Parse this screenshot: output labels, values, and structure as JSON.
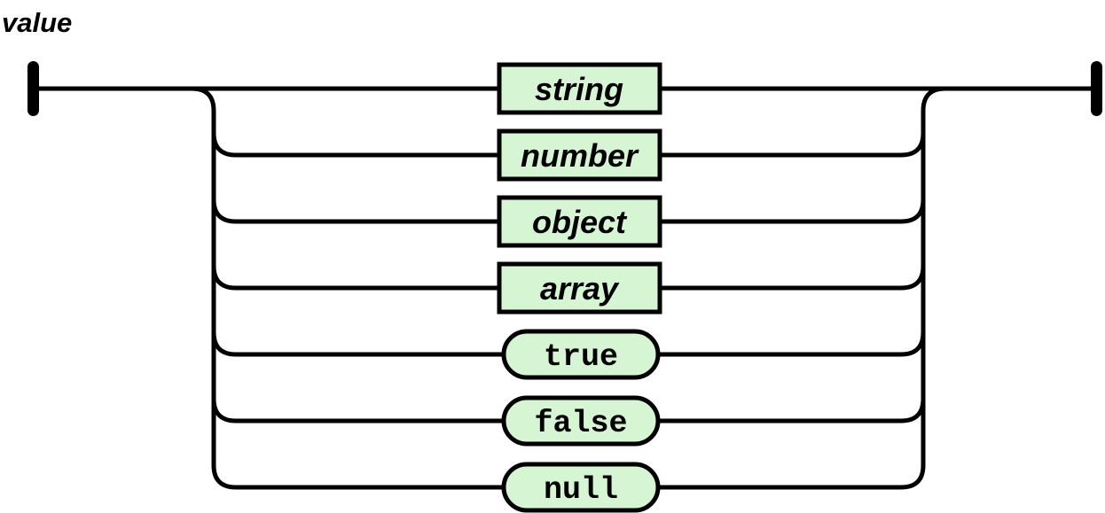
{
  "title": "value",
  "diagram": {
    "type": "railroad-syntax-diagram",
    "rule_name": "value",
    "alternatives": [
      {
        "label": "string",
        "kind": "non-terminal",
        "shape": "rectangle"
      },
      {
        "label": "number",
        "kind": "non-terminal",
        "shape": "rectangle"
      },
      {
        "label": "object",
        "kind": "non-terminal",
        "shape": "rectangle"
      },
      {
        "label": "array",
        "kind": "non-terminal",
        "shape": "rectangle"
      },
      {
        "label": "true",
        "kind": "terminal",
        "shape": "pill"
      },
      {
        "label": "false",
        "kind": "terminal",
        "shape": "pill"
      },
      {
        "label": "null",
        "kind": "terminal",
        "shape": "pill"
      }
    ],
    "colors": {
      "node_fill": "#d6f5d2",
      "line": "#000000",
      "text": "#000000",
      "background": "#ffffff"
    }
  }
}
